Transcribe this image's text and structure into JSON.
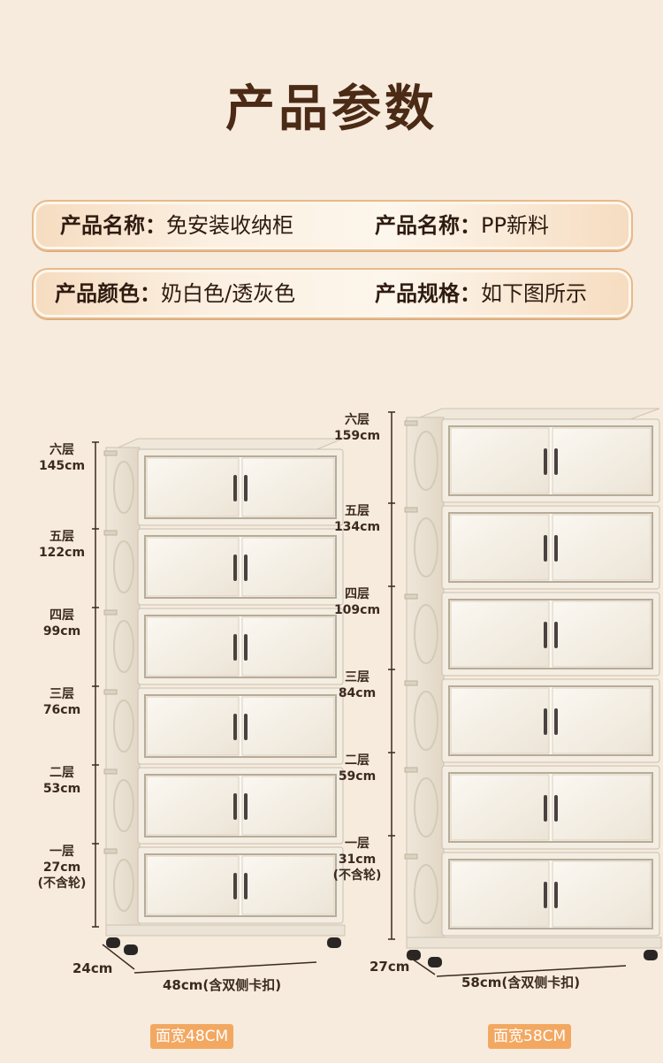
{
  "title": "产品参数",
  "params": {
    "row1": {
      "left_label": "产品名称：",
      "left_value": "免安装收纳柜",
      "right_label": "产品名称：",
      "right_value": "PP新料"
    },
    "row2": {
      "left_label": "产品颜色：",
      "left_value": "奶白色/透灰色",
      "right_label": "产品规格：",
      "right_value": "如下图所示"
    }
  },
  "cabinet_left": {
    "levels": [
      {
        "name": "六层",
        "height": "145cm"
      },
      {
        "name": "五层",
        "height": "122cm"
      },
      {
        "name": "四层",
        "height": "99cm"
      },
      {
        "name": "三层",
        "height": "76cm"
      },
      {
        "name": "二层",
        "height": "53cm"
      },
      {
        "name": "一层",
        "height": "27cm",
        "note": "(不含轮)"
      }
    ],
    "depth": "24cm",
    "width": "48cm(含双侧卡扣)",
    "badge": "面宽48CM"
  },
  "cabinet_right": {
    "levels": [
      {
        "name": "六层",
        "height": "159cm"
      },
      {
        "name": "五层",
        "height": "134cm"
      },
      {
        "name": "四层",
        "height": "109cm"
      },
      {
        "name": "三层",
        "height": "84cm"
      },
      {
        "name": "二层",
        "height": "59cm"
      },
      {
        "name": "一层",
        "height": "31cm",
        "note": "(不含轮)"
      }
    ],
    "depth": "27cm",
    "width": "58cm(含双侧卡扣)",
    "badge": "面宽58CM"
  },
  "colors": {
    "background": "#f7ebdd",
    "title": "#4b2a16",
    "badge": "#f3a862",
    "cabinet": "#f4efe6"
  }
}
